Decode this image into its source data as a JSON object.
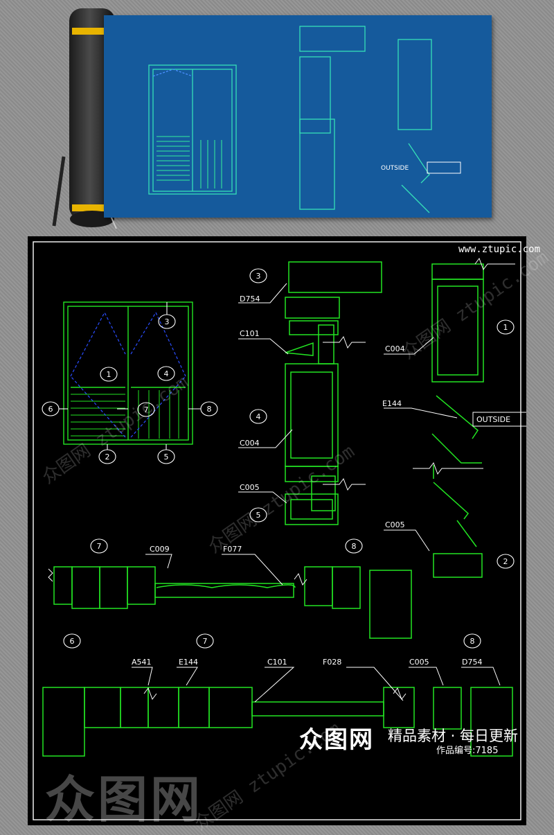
{
  "watermark": {
    "site": "精品素材 · 每日更新",
    "site_url": "www.ztupic.com",
    "brand": "众图网",
    "work_no_label": "作品编号:7185",
    "diag_texts": [
      "众图网 ztupic.com",
      "众图网 ztupic.com",
      "众图网 ztupic.com",
      "众图网 ztupic.com"
    ],
    "logo": "众图网"
  },
  "labels": {
    "n1": "1",
    "n2": "2",
    "n3": "3",
    "n4": "4",
    "n5": "5",
    "n6": "6",
    "n7": "7",
    "n8": "8",
    "d754": "D754",
    "c101": "C101",
    "c004": "C004",
    "c005": "C005",
    "c009": "C009",
    "f077": "F077",
    "e144": "E144",
    "a541": "A541",
    "f028": "F028",
    "outside": "OUTSIDE"
  },
  "colors": {
    "line": "#22e622",
    "blueprint": "#155a9c",
    "callout": "#ffffff"
  }
}
